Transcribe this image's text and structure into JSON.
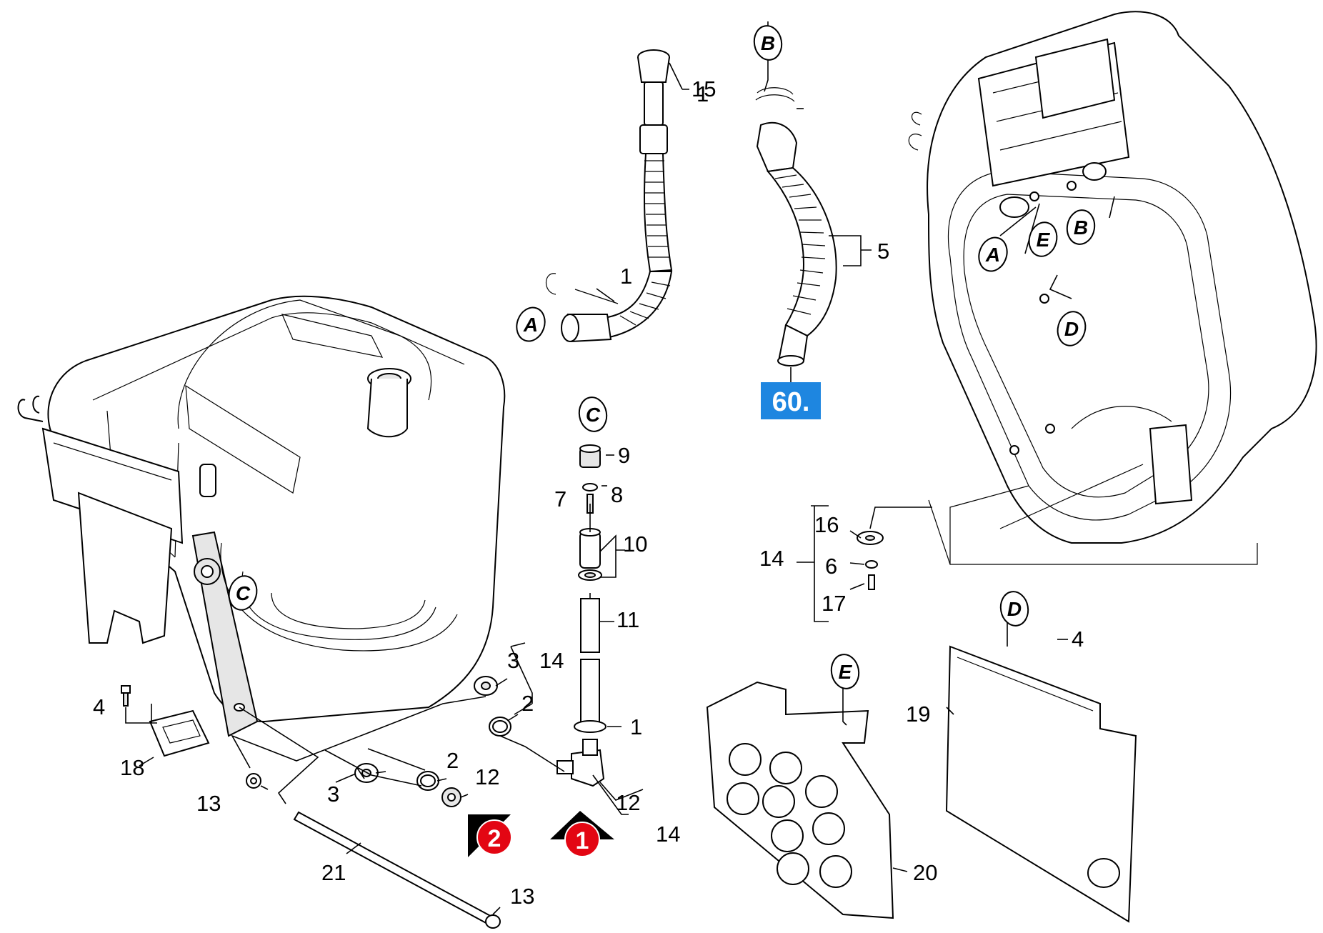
{
  "labels": {
    "n1a": "1",
    "n1b": "1",
    "n1c": "1",
    "n2a": "2",
    "n2b": "2",
    "n3a": "3",
    "n3b": "3",
    "n4a": "4",
    "n4b": "4",
    "n5": "5",
    "n6": "6",
    "n7": "7",
    "n8": "8",
    "n9": "9",
    "n10": "10",
    "n11": "11",
    "n12a": "12",
    "n12b": "12",
    "n13a": "13",
    "n13b": "13",
    "n14a": "14",
    "n14b": "14",
    "n14c": "14",
    "n15": "15",
    "n16": "16",
    "n17": "17",
    "n18": "18",
    "n19": "19",
    "n20": "20",
    "n21": "21"
  },
  "callouts": {
    "a1": "A",
    "a2": "A",
    "b1": "B",
    "b2": "B",
    "c1": "C",
    "c2": "C",
    "d1": "D",
    "d2": "D",
    "e1": "E",
    "e2": "E"
  },
  "badge": "60.",
  "markers": {
    "m1": "1",
    "m2": "2"
  },
  "colors": {
    "badge": "#1e86e0",
    "marker": "#e30613",
    "line": "#000000"
  }
}
